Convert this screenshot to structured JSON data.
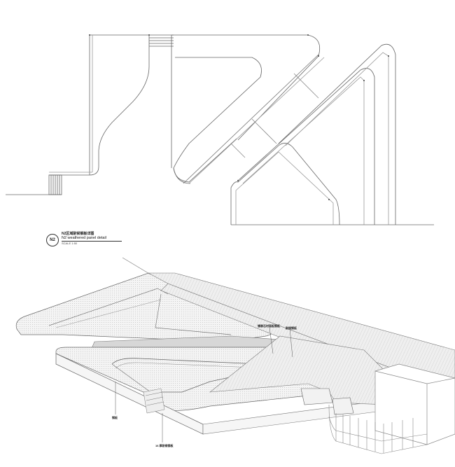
{
  "drawing": {
    "title_badge": "N2",
    "title_cn": "N2区域耐候钢板详图",
    "title_en": "N2 weathered panel detail",
    "scale": "SCALE 1:50"
  },
  "views": {
    "plan": {
      "name": "plan-view",
      "description": "Top: plan of weathered steel ramp panels with dimension lines"
    },
    "axonometric": {
      "name": "axonometric-view",
      "description": "Bottom: axonometric view of ramps, stairs and block"
    }
  },
  "annotations": {
    "label_1": "铺装石材面板钢板",
    "label_2": "耐候钢板",
    "label_3": "钢板",
    "label_4": "16 厚耐候钢板"
  },
  "colors": {
    "line": "#555555",
    "light_line": "#9a9a9a",
    "hatch_fill": "#e6e6e6",
    "shade_fill": "#d9d9d9",
    "background": "#ffffff"
  }
}
